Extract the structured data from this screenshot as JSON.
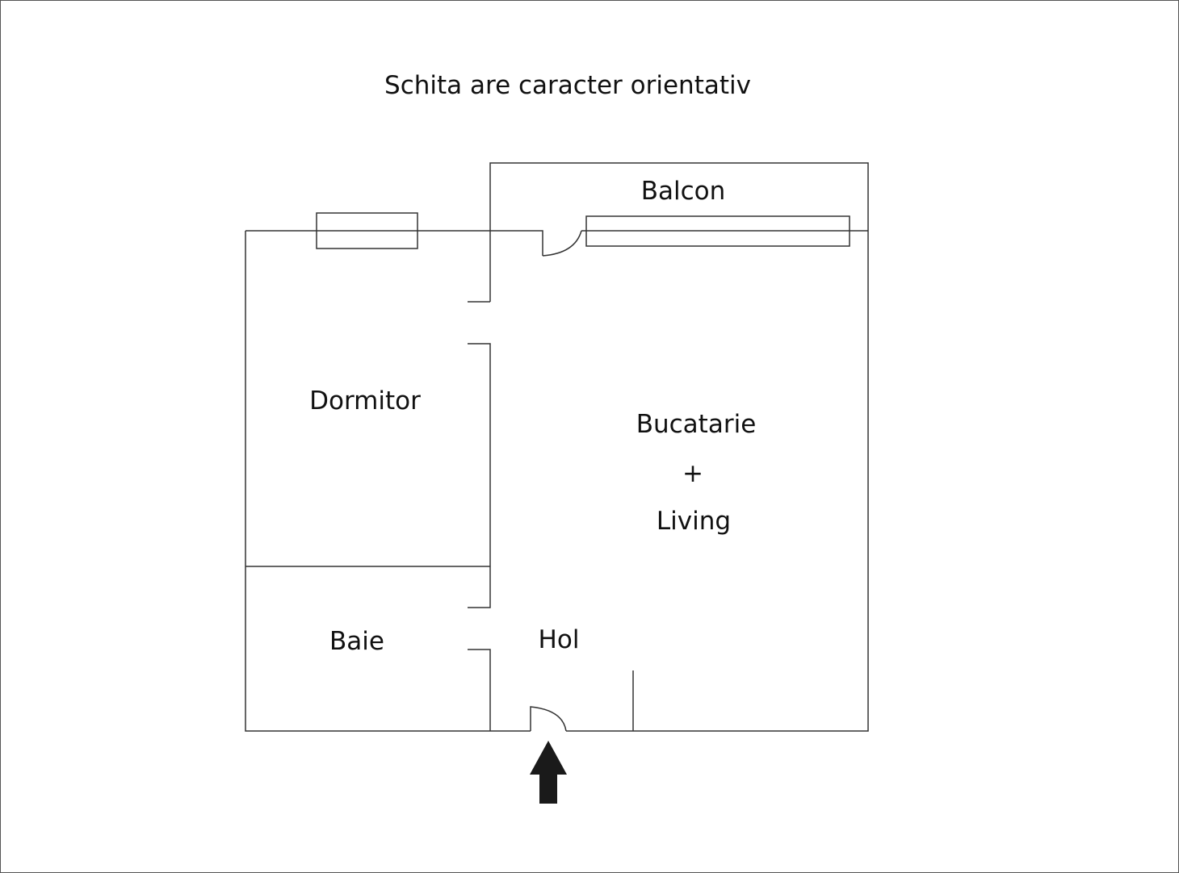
{
  "title": "Schita are caracter orientativ",
  "rooms": {
    "balcon": "Balcon",
    "dormitor": "Dormitor",
    "bucatarie": "Bucatarie",
    "plus": "+",
    "living": "Living",
    "baie": "Baie",
    "hol": "Hol"
  },
  "colors": {
    "wall": "#333333",
    "arrow": "#1a1a1a",
    "background": "#ffffff"
  }
}
